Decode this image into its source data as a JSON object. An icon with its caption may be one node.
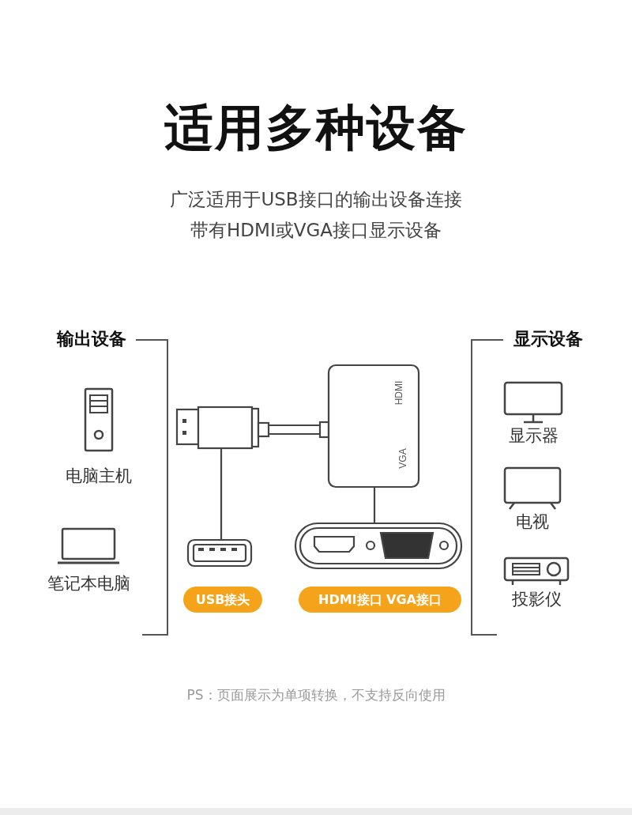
{
  "diagram": {
    "title": "适用多种设备",
    "nodes": [
      {
        "text": [
          "输出设备"
        ]
      },
      {
        "text": [
          "电脑主机"
        ],
        "in": 0
      },
      {
        "text": [
          "笔记本电脑"
        ],
        "in": 0
      },
      {
        "text": [
          "显示设备"
        ]
      },
      {
        "text": [
          "显示器"
        ],
        "in": 3
      },
      {
        "text": [
          "电视"
        ],
        "in": 3
      },
      {
        "text": [
          "投影仪"
        ],
        "in": 3
      },
      {
        "text": [
          "USB接头"
        ]
      },
      {
        "text": [
          "HDMI接口 VGA接口"
        ]
      }
    ],
    "labels": [
      "广泛适用于USB接口的输出设备连接",
      "带有HDMI或VGA接口显示设备",
      "HDMI",
      "VGA",
      "PS：页面展示为单项转换，不支持反向使用"
    ]
  }
}
